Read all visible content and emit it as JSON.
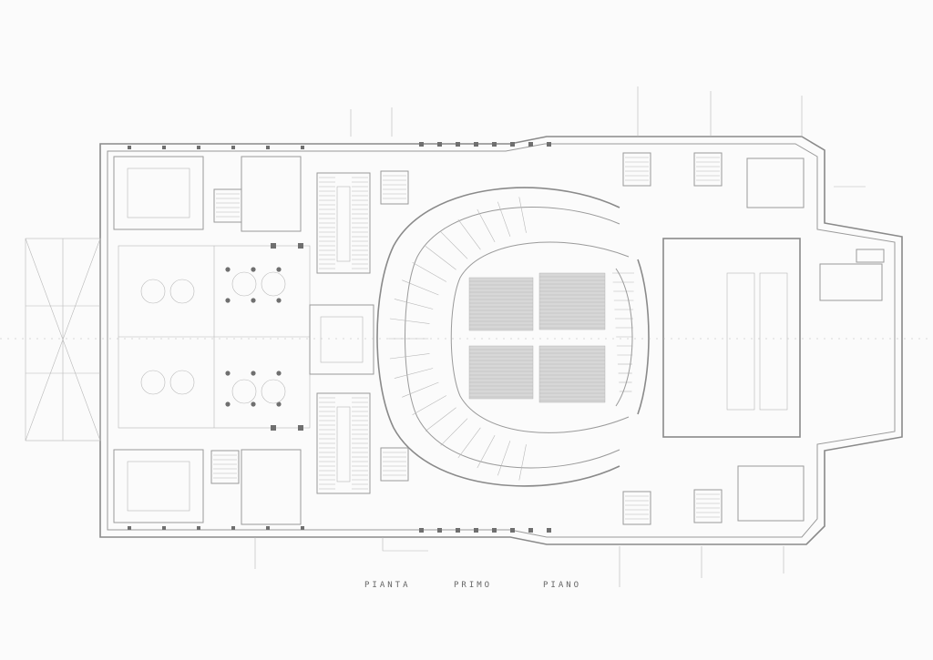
{
  "drawing": {
    "caption": [
      "PIANTA",
      "PRIMO",
      "PIANO"
    ],
    "callouts": [],
    "colors": {
      "line": "#9a9a9a",
      "paper": "#fbfbfb",
      "seating": "#d7d7d7"
    }
  }
}
